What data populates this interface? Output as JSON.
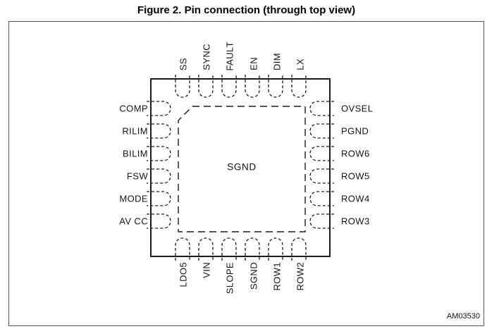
{
  "figure": {
    "title": "Figure 2. Pin connection (through top view)",
    "code": "AM03530"
  },
  "chip": {
    "center_pad_label": "SGND",
    "pins": {
      "top": [
        "SS",
        "SYNC",
        "FAULT",
        "EN",
        "DIM",
        "LX"
      ],
      "left": [
        "COMP",
        "RILIM",
        "BILIM",
        "FSW",
        "MODE",
        "AV CC"
      ],
      "right": [
        "OVSEL",
        "PGND",
        "ROW6",
        "ROW5",
        "ROW4",
        "ROW3"
      ],
      "bottom": [
        "LDO5",
        "VIN",
        "SLOPE",
        "SGND",
        "ROW1",
        "ROW2"
      ]
    }
  },
  "colors": {
    "line": "#1a1a1a",
    "frame": "#5a5a5a",
    "text": "#141414"
  }
}
